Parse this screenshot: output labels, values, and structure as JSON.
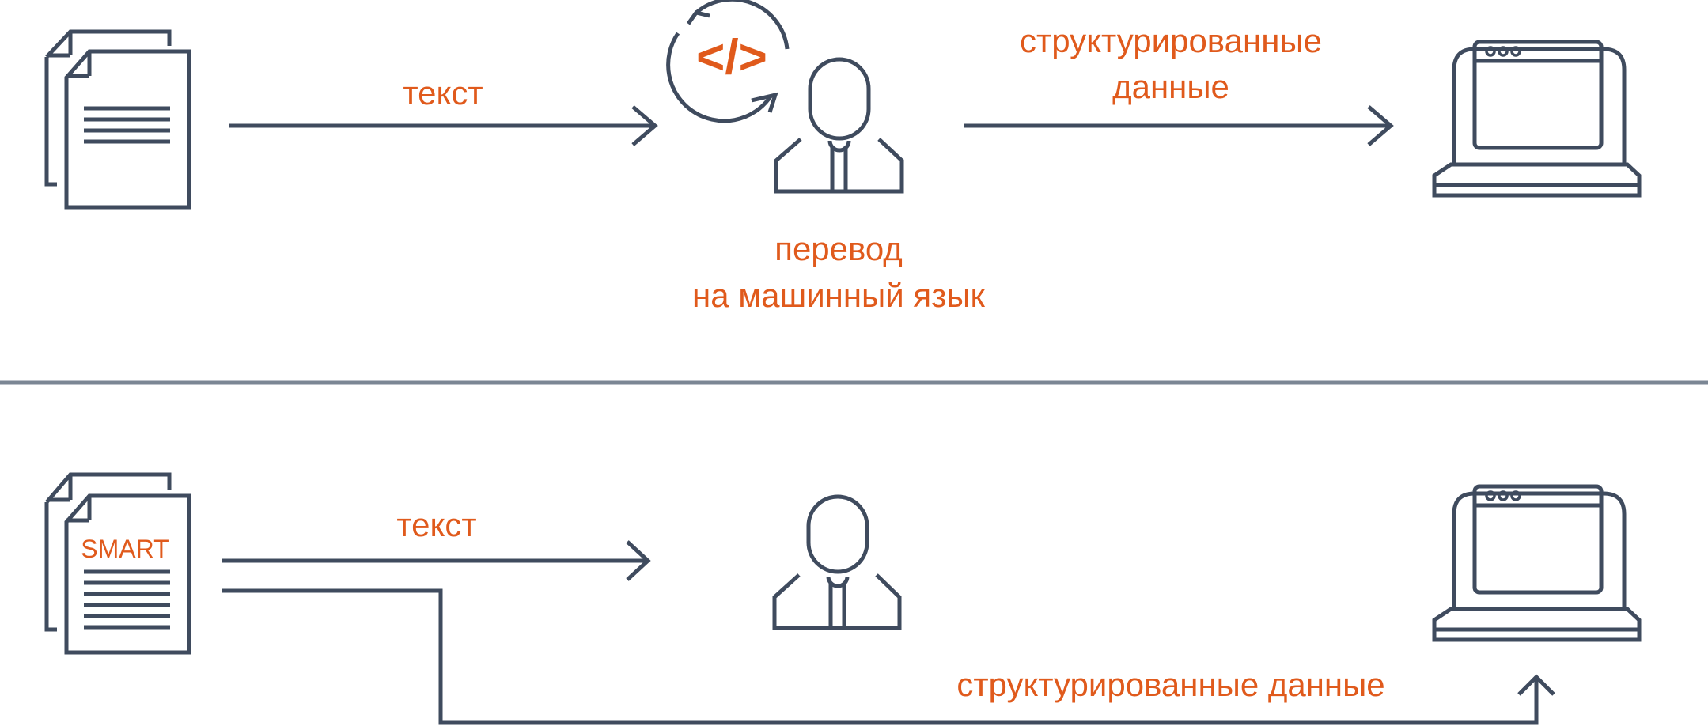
{
  "colors": {
    "stroke": "#3f4b5e",
    "accent": "#e05a1c",
    "divider": "#7b8694"
  },
  "top": {
    "arrow1_label": "текст",
    "arrow2_label_line1": "структурированные",
    "arrow2_label_line2": "данные",
    "person_caption_line1": "перевод",
    "person_caption_line2": "на машинный язык",
    "code_symbol": "</>"
  },
  "bottom": {
    "document_badge": "SMART",
    "arrow1_label": "текст",
    "arrow2_label": "структурированные данные"
  }
}
